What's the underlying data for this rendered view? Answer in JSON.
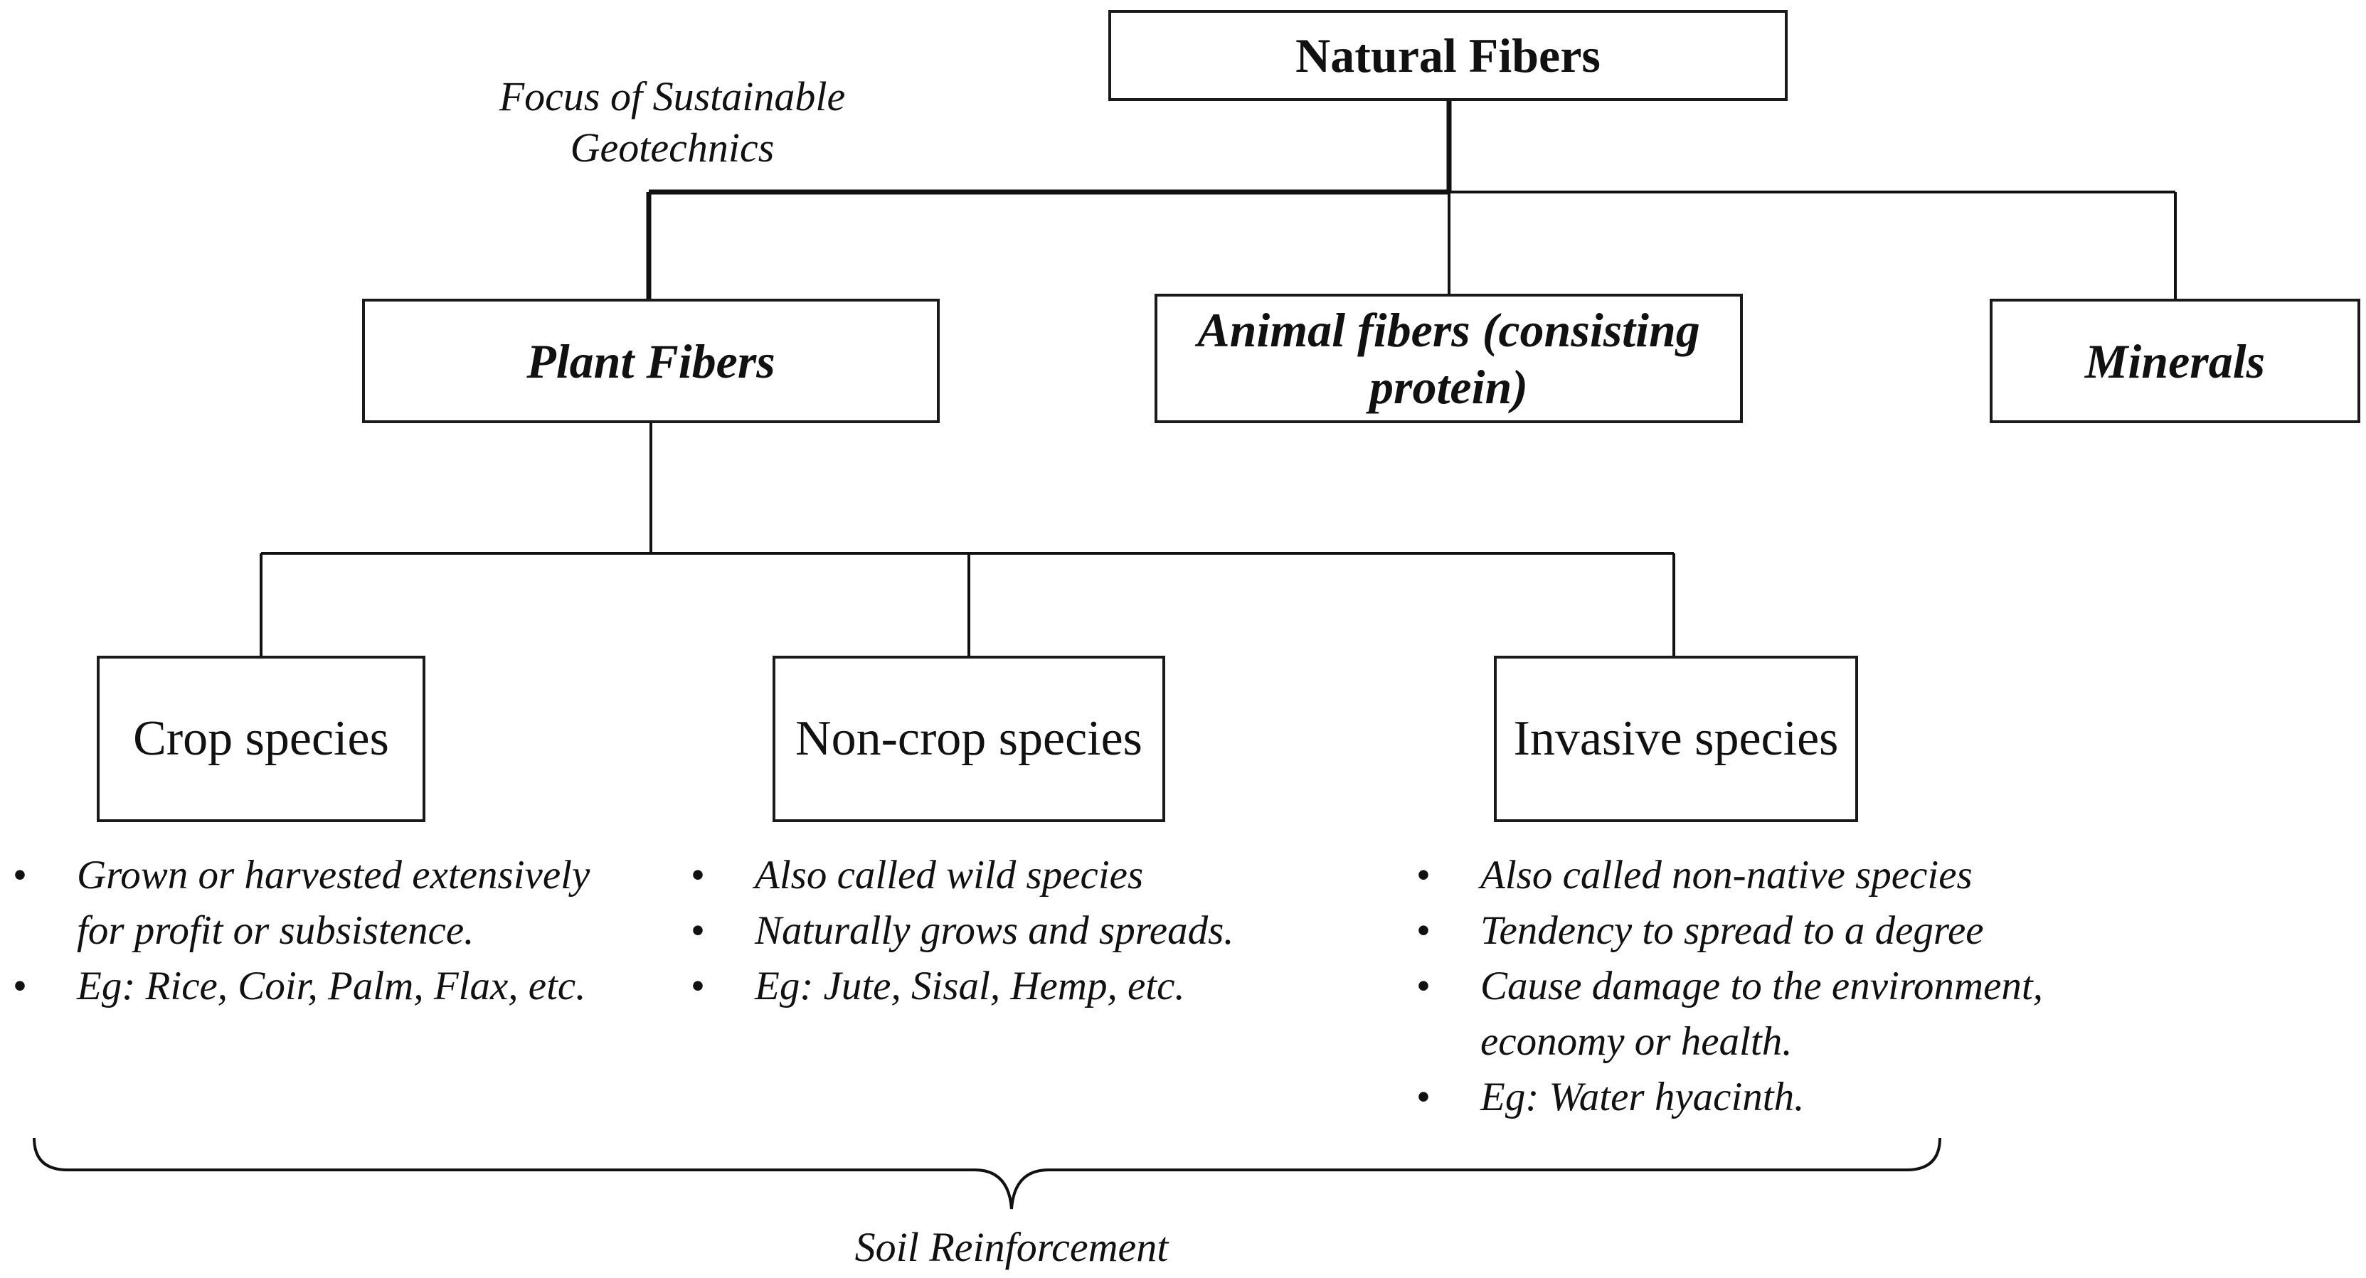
{
  "root": {
    "label": "Natural Fibers"
  },
  "focus_note": {
    "line1": "Focus of Sustainable",
    "line2": "Geotechnics"
  },
  "level1": {
    "plant": {
      "label": "Plant Fibers"
    },
    "animal": {
      "line1": "Animal fibers (consisting",
      "line2": "protein)"
    },
    "minerals": {
      "label": "Minerals"
    }
  },
  "level2": [
    {
      "label": "Crop species",
      "bullets": [
        "Grown or harvested extensively for profit or subsistence.",
        "Eg: Rice, Coir, Palm, Flax, etc."
      ]
    },
    {
      "label": "Non-crop species",
      "bullets": [
        "Also called wild species",
        "Naturally grows and spreads.",
        "Eg: Jute, Sisal, Hemp, etc."
      ]
    },
    {
      "label": "Invasive species",
      "bullets": [
        "Also called non-native species",
        "Tendency to spread to a degree",
        "Cause damage to the environment, economy or health.",
        "Eg: Water hyacinth."
      ]
    }
  ],
  "brace_label": "Soil Reinforcement"
}
